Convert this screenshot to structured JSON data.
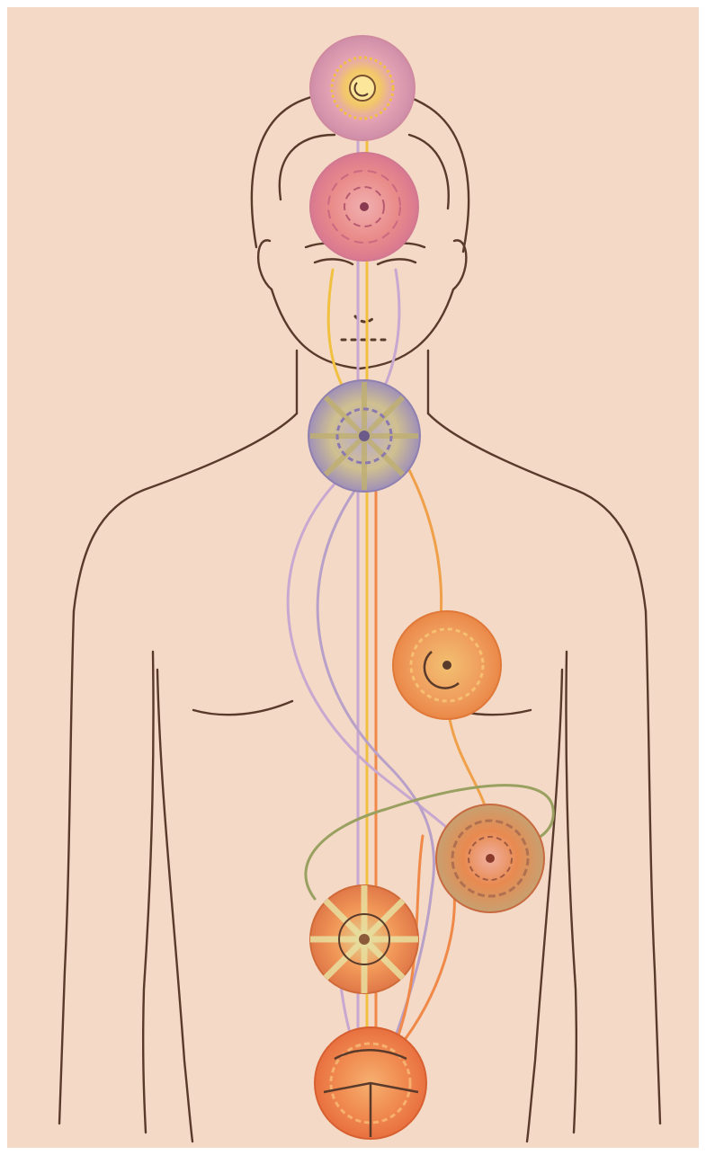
{
  "illustration": {
    "subject": "human figure",
    "colors": {
      "paper": "#f3d9c6",
      "outline": "#5a3a2a",
      "crown": "#d9a0b0",
      "brow": "#e79a9a",
      "throat": "#a898c0",
      "heart": "#f0a060",
      "solar_plexus": "#e88a50",
      "sacral": "#f29a5a",
      "root": "#f08a50",
      "channel_yellow": "#f2c040",
      "channel_lilac": "#c8a8d0",
      "channel_orange": "#f08848",
      "channel_green": "#9aa060"
    },
    "centers": [
      {
        "id": "crown",
        "icon": "crown-center-icon"
      },
      {
        "id": "brow",
        "icon": "brow-center-icon"
      },
      {
        "id": "throat",
        "icon": "throat-center-icon"
      },
      {
        "id": "heart",
        "icon": "heart-center-icon"
      },
      {
        "id": "solar",
        "icon": "solar-center-icon"
      },
      {
        "id": "sacral",
        "icon": "sacral-center-icon"
      },
      {
        "id": "root",
        "icon": "root-center-icon"
      }
    ]
  }
}
